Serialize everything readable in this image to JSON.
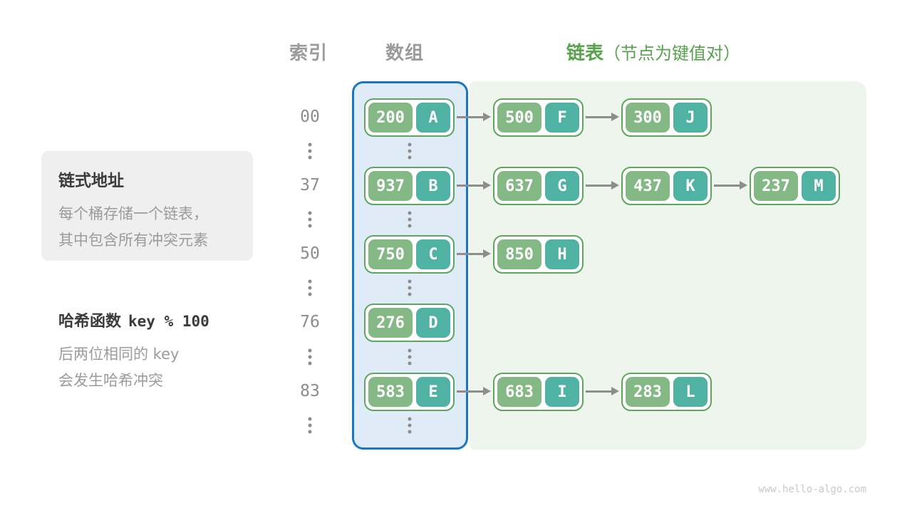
{
  "page": {
    "watermark": "www.hello-algo.com"
  },
  "headers": {
    "index": "索引",
    "array": "数组",
    "list": "链表",
    "list_note": "（节点为键值对）"
  },
  "info_box": {
    "title": "链式地址",
    "lines": [
      "每个桶存储一个链表，",
      "其中包含所有冲突元素"
    ]
  },
  "hash_note": {
    "title": "哈希函数",
    "formula": "key % 100",
    "lines": [
      "后两位相同的 key",
      "会发生哈希冲突"
    ]
  },
  "rows": [
    {
      "index": "00",
      "nodes": [
        {
          "key": "200",
          "value": "A"
        },
        {
          "key": "500",
          "value": "F"
        },
        {
          "key": "300",
          "value": "J"
        }
      ]
    },
    {
      "index": "37",
      "nodes": [
        {
          "key": "937",
          "value": "B"
        },
        {
          "key": "637",
          "value": "G"
        },
        {
          "key": "437",
          "value": "K"
        },
        {
          "key": "237",
          "value": "M"
        }
      ]
    },
    {
      "index": "50",
      "nodes": [
        {
          "key": "750",
          "value": "C"
        },
        {
          "key": "850",
          "value": "H"
        }
      ]
    },
    {
      "index": "76",
      "nodes": [
        {
          "key": "276",
          "value": "D"
        }
      ]
    },
    {
      "index": "83",
      "nodes": [
        {
          "key": "583",
          "value": "E"
        },
        {
          "key": "683",
          "value": "I"
        },
        {
          "key": "283",
          "value": "L"
        }
      ]
    }
  ],
  "colors": {
    "array_border": "#1c77c3",
    "array_bg": "#dfebf6",
    "list_bg": "#eef5ed",
    "node_border": "#5ea55e",
    "node_key_bg": "#84b985",
    "node_value_bg": "#4fb2a3",
    "node_text": "#ffffff",
    "arrow": "#8d8d8d",
    "header_gray": "#9b9b9b",
    "header_green": "#58a24e",
    "text_dark": "#3b3b3b",
    "text_gray": "#9b9b9b",
    "info_box_bg": "#efefef",
    "watermark": "#c9c9c9"
  }
}
